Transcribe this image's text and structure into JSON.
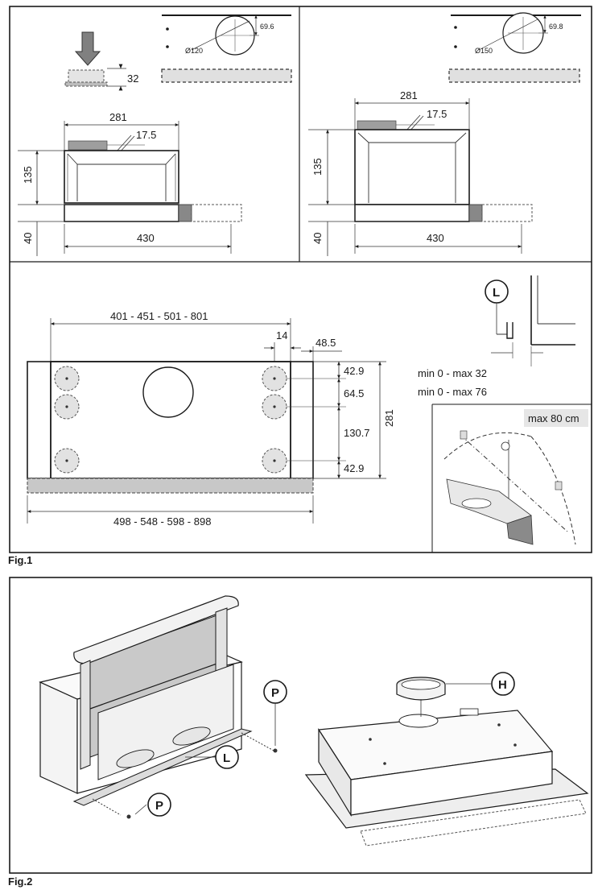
{
  "fig1": {
    "caption": "Fig.1",
    "left_top": {
      "hole_dia": "Ø120",
      "hole_offset": "69.6",
      "push_depth": "32",
      "width": "281",
      "offset": "17.5",
      "height_main": "135",
      "height_base": "40",
      "base_width": "430"
    },
    "right_top": {
      "hole_dia": "Ø150",
      "hole_offset": "69.8",
      "width": "281",
      "offset": "17.5",
      "height_main": "135",
      "height_base": "40",
      "base_width": "430"
    },
    "plan": {
      "inner_widths": "401 - 451 - 501 - 801",
      "hole_inset": "14",
      "side": "48.5",
      "depth": "281",
      "row1": "42.9",
      "row2": "64.5",
      "row3": "130.7",
      "row4": "42.9",
      "outer_widths": "498 - 548 - 598 - 898"
    },
    "detail_L": {
      "label": "L",
      "min_max_1": "min 0 - max 32",
      "min_max_2": "min 0 - max 76"
    },
    "tilt": {
      "label": "max 80 cm"
    }
  },
  "fig2": {
    "caption": "Fig.2",
    "callouts": {
      "p_top": "P",
      "l": "L",
      "p_bottom": "P",
      "h": "H"
    }
  }
}
